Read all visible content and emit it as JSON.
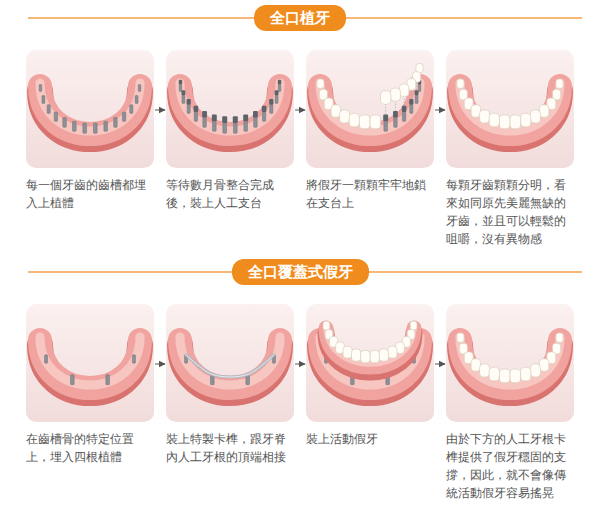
{
  "diagram": {
    "nodes": [
      {
        "text": [
          "全口植牙"
        ]
      },
      {
        "text": [
          "每一個牙齒的齒槽都埋入上植體"
        ]
      },
      {
        "text": [
          "等待數月骨整合完成後，裝上人工支台"
        ]
      },
      {
        "text": [
          "將假牙一顆顆牢牢地鎖在支台上"
        ]
      },
      {
        "text": [
          "每顆牙齒顆顆分明，看來如同原先美麗無缺的牙齒，並且可以輕鬆的咀嚼，沒有異物感"
        ]
      },
      {
        "text": [
          "全口覆蓋式假牙"
        ]
      },
      {
        "text": [
          "在齒槽骨的特定位置上，埋入四根植體"
        ]
      },
      {
        "text": [
          "裝上特製卡榫，跟牙脊內人工牙根的頂端相接"
        ]
      },
      {
        "text": [
          "裝上活動假牙"
        ]
      },
      {
        "text": [
          "由於下方的人工牙根卡榫提供了假牙穩固的支撐，因此，就不會像傳統活動假牙容易搖晃"
        ]
      }
    ],
    "edges": [
      {
        "from": 1,
        "to": 2,
        "arrow": "to"
      },
      {
        "from": 2,
        "to": 3,
        "arrow": "to"
      },
      {
        "from": 3,
        "to": 4,
        "arrow": "to"
      },
      {
        "from": 6,
        "to": 7,
        "arrow": "to"
      },
      {
        "from": 7,
        "to": 8,
        "arrow": "to"
      },
      {
        "from": 8,
        "to": 9,
        "arrow": "to"
      }
    ]
  }
}
